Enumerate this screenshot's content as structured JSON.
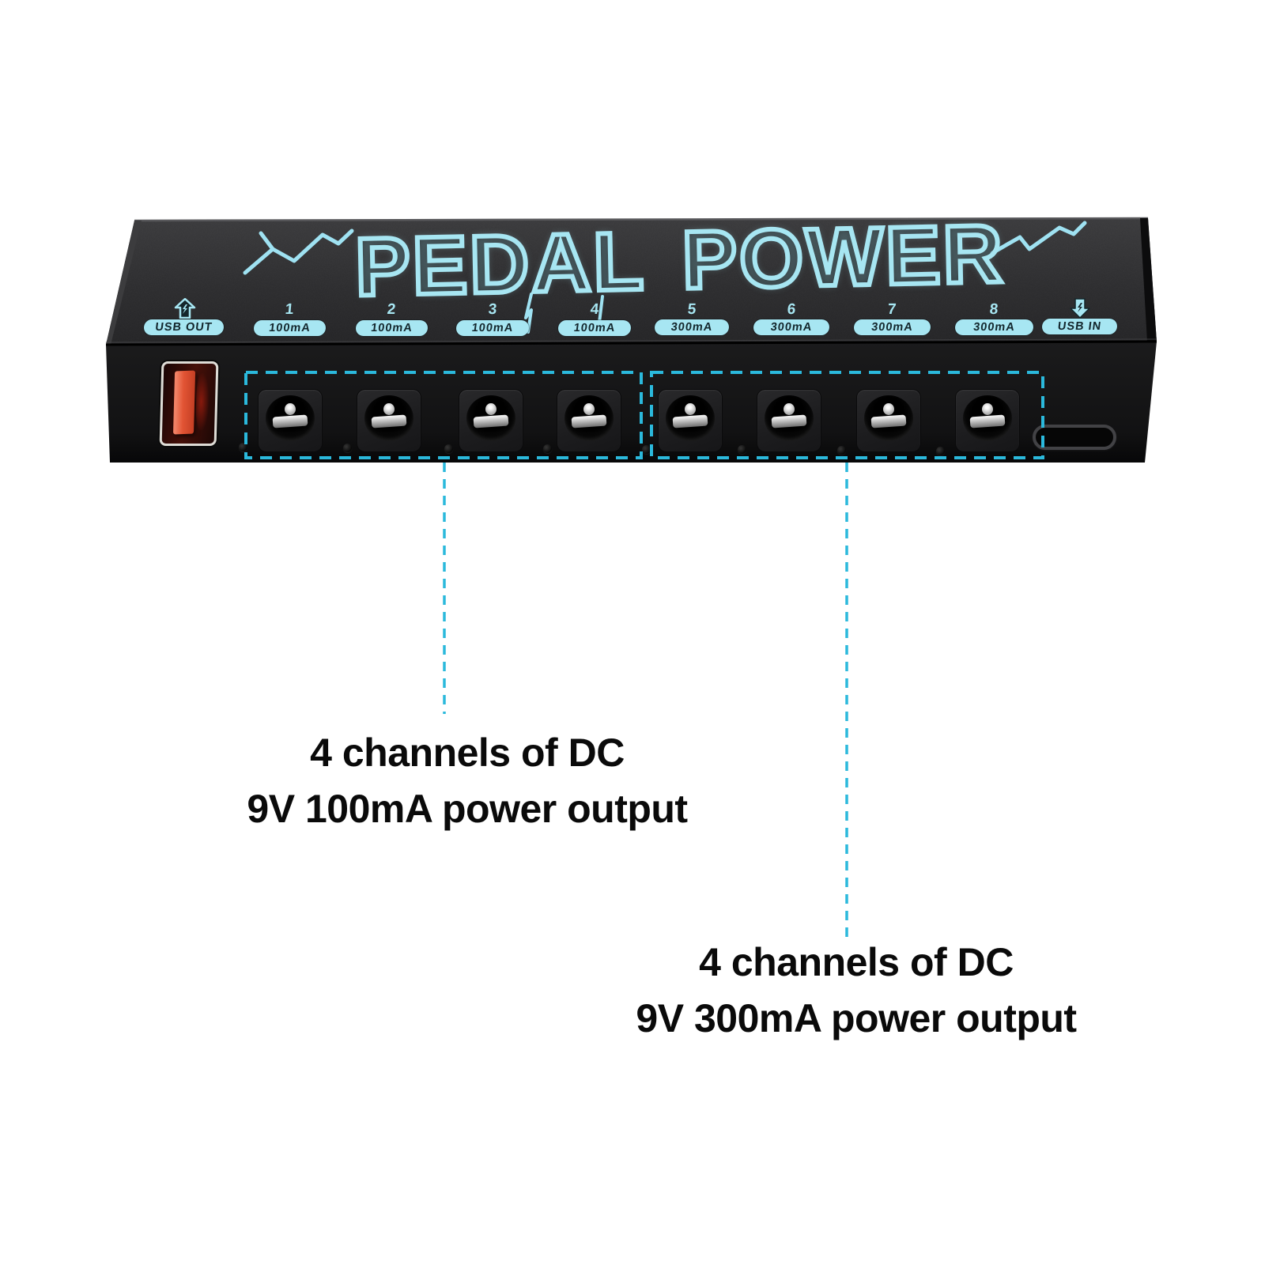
{
  "product": {
    "title_graphic": "PEDAL POWER",
    "top_labels": {
      "usb_out": "USB OUT",
      "usb_in": "USB IN"
    },
    "channels": [
      {
        "number": "1",
        "rating": "100mA"
      },
      {
        "number": "2",
        "rating": "100mA"
      },
      {
        "number": "3",
        "rating": "100mA"
      },
      {
        "number": "4",
        "rating": "100mA"
      },
      {
        "number": "5",
        "rating": "300mA"
      },
      {
        "number": "6",
        "rating": "300mA"
      },
      {
        "number": "7",
        "rating": "300mA"
      },
      {
        "number": "8",
        "rating": "300mA"
      }
    ],
    "icons": {
      "usb_out_icon": "arrow-up-lightning-icon",
      "usb_in_icon": "arrow-down-lightning-icon"
    },
    "colors": {
      "label_blue": "#a7e6f2",
      "dash_cyan": "#2bb9dc",
      "usb_orange": "#e25434",
      "annotation_text": "#0a0a0a"
    }
  },
  "annotations": [
    {
      "line1": "4 channels of DC",
      "line2": "9V 100mA power output"
    },
    {
      "line1": "4 channels of DC",
      "line2": "9V 300mA power output"
    }
  ]
}
